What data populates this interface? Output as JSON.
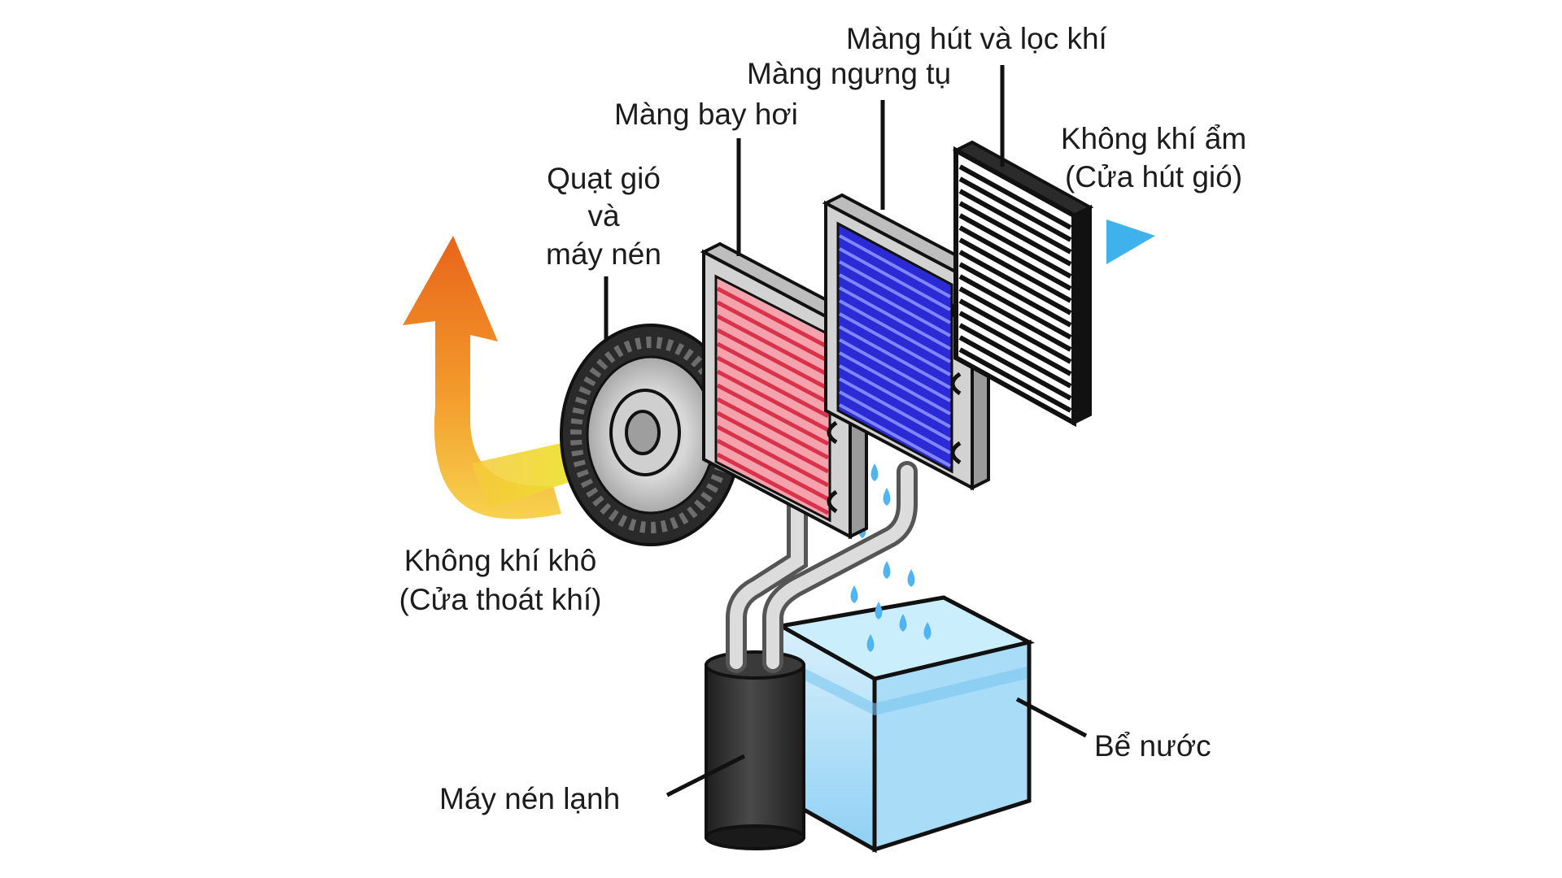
{
  "labels": {
    "filter_membrane": "Màng hút và lọc khí",
    "condenser": "Màng ngưng tụ",
    "evaporator": "Màng bay hơi",
    "fan_line1": "Quạt gió",
    "fan_line2": "và",
    "fan_line3": "máy nén",
    "humid_air_line1": "Không khí ẩm",
    "humid_air_line2": "(Cửa hút gió)",
    "dry_air_line1": "Không khí khô",
    "dry_air_line2": "(Cửa thoát khí)",
    "water_tank": "Bể nước",
    "compressor": "Máy nén lạnh"
  },
  "colors": {
    "evaporator_fill": "#f4a3ad",
    "evaporator_lines": "#d9324a",
    "condenser_fill": "#2b2bd6",
    "condenser_lines": "#7f86ff",
    "frame": "#d2d2d2",
    "air_in": "#3fb1ec",
    "air_out_top": "#e8641a",
    "air_out_bottom": "#f7c948",
    "air_beam": "#e4ea1f",
    "water": "#a9dcf7",
    "water_drop": "#4fb4ef",
    "compressor": "#2c2c2c"
  }
}
